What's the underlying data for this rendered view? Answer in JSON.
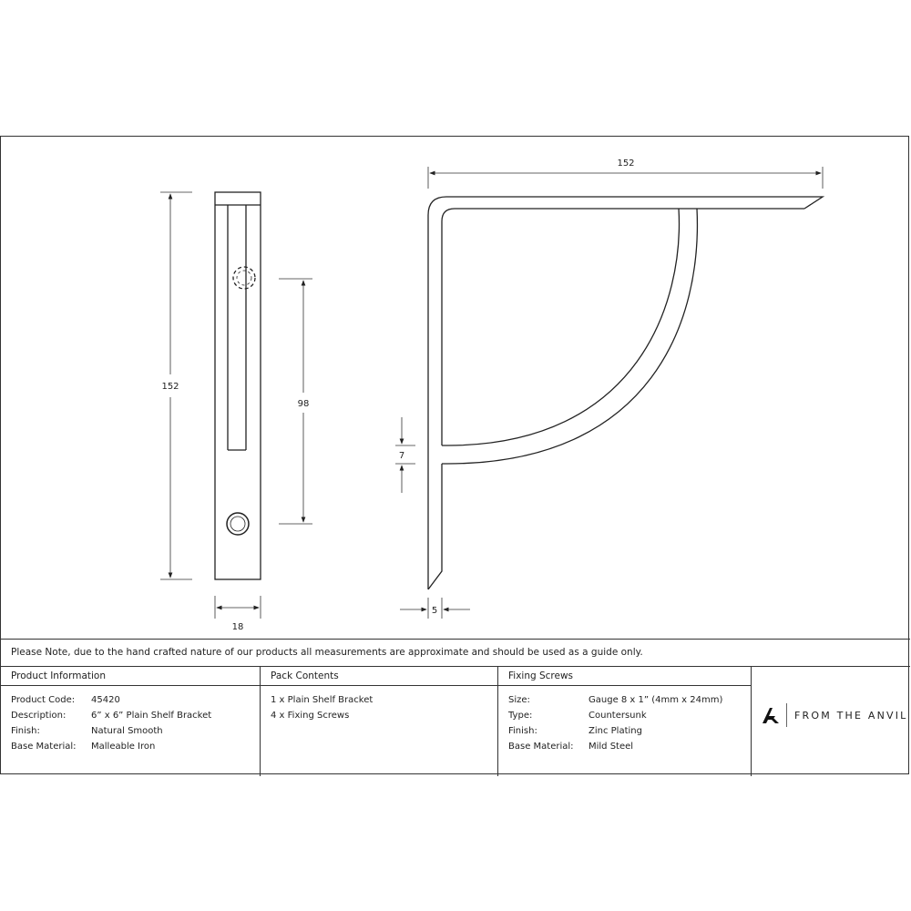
{
  "drawing": {
    "side_view": {
      "height_dim": "152",
      "slot_dim": "98",
      "width_dim": "18"
    },
    "front_view": {
      "width_dim": "152",
      "arm_thickness_dim": "7",
      "upright_thickness_dim": "5"
    },
    "line_color": "#222222"
  },
  "note": "Please Note, due to the hand crafted nature of our products all measurements are approximate and should be used as a guide only.",
  "product_information": {
    "heading": "Product Information",
    "rows": [
      {
        "label": "Product Code:",
        "value": "45420"
      },
      {
        "label": "Description:",
        "value": "6” x 6” Plain Shelf Bracket"
      },
      {
        "label": "Finish:",
        "value": "Natural Smooth"
      },
      {
        "label": "Base Material:",
        "value": "Malleable Iron"
      }
    ]
  },
  "pack_contents": {
    "heading": "Pack Contents",
    "items": [
      "1 x Plain Shelf Bracket",
      "4 x Fixing Screws"
    ]
  },
  "fixing_screws": {
    "heading": "Fixing Screws",
    "rows": [
      {
        "label": "Size:",
        "value": "Gauge 8 x 1” (4mm x 24mm)"
      },
      {
        "label": "Type:",
        "value": "Countersunk"
      },
      {
        "label": "Finish:",
        "value": "Zinc Plating"
      },
      {
        "label": "Base Material:",
        "value": "Mild Steel"
      }
    ]
  },
  "brand": {
    "icon": "anvil-a-logo-icon",
    "name": "FROM THE ANVIL"
  }
}
